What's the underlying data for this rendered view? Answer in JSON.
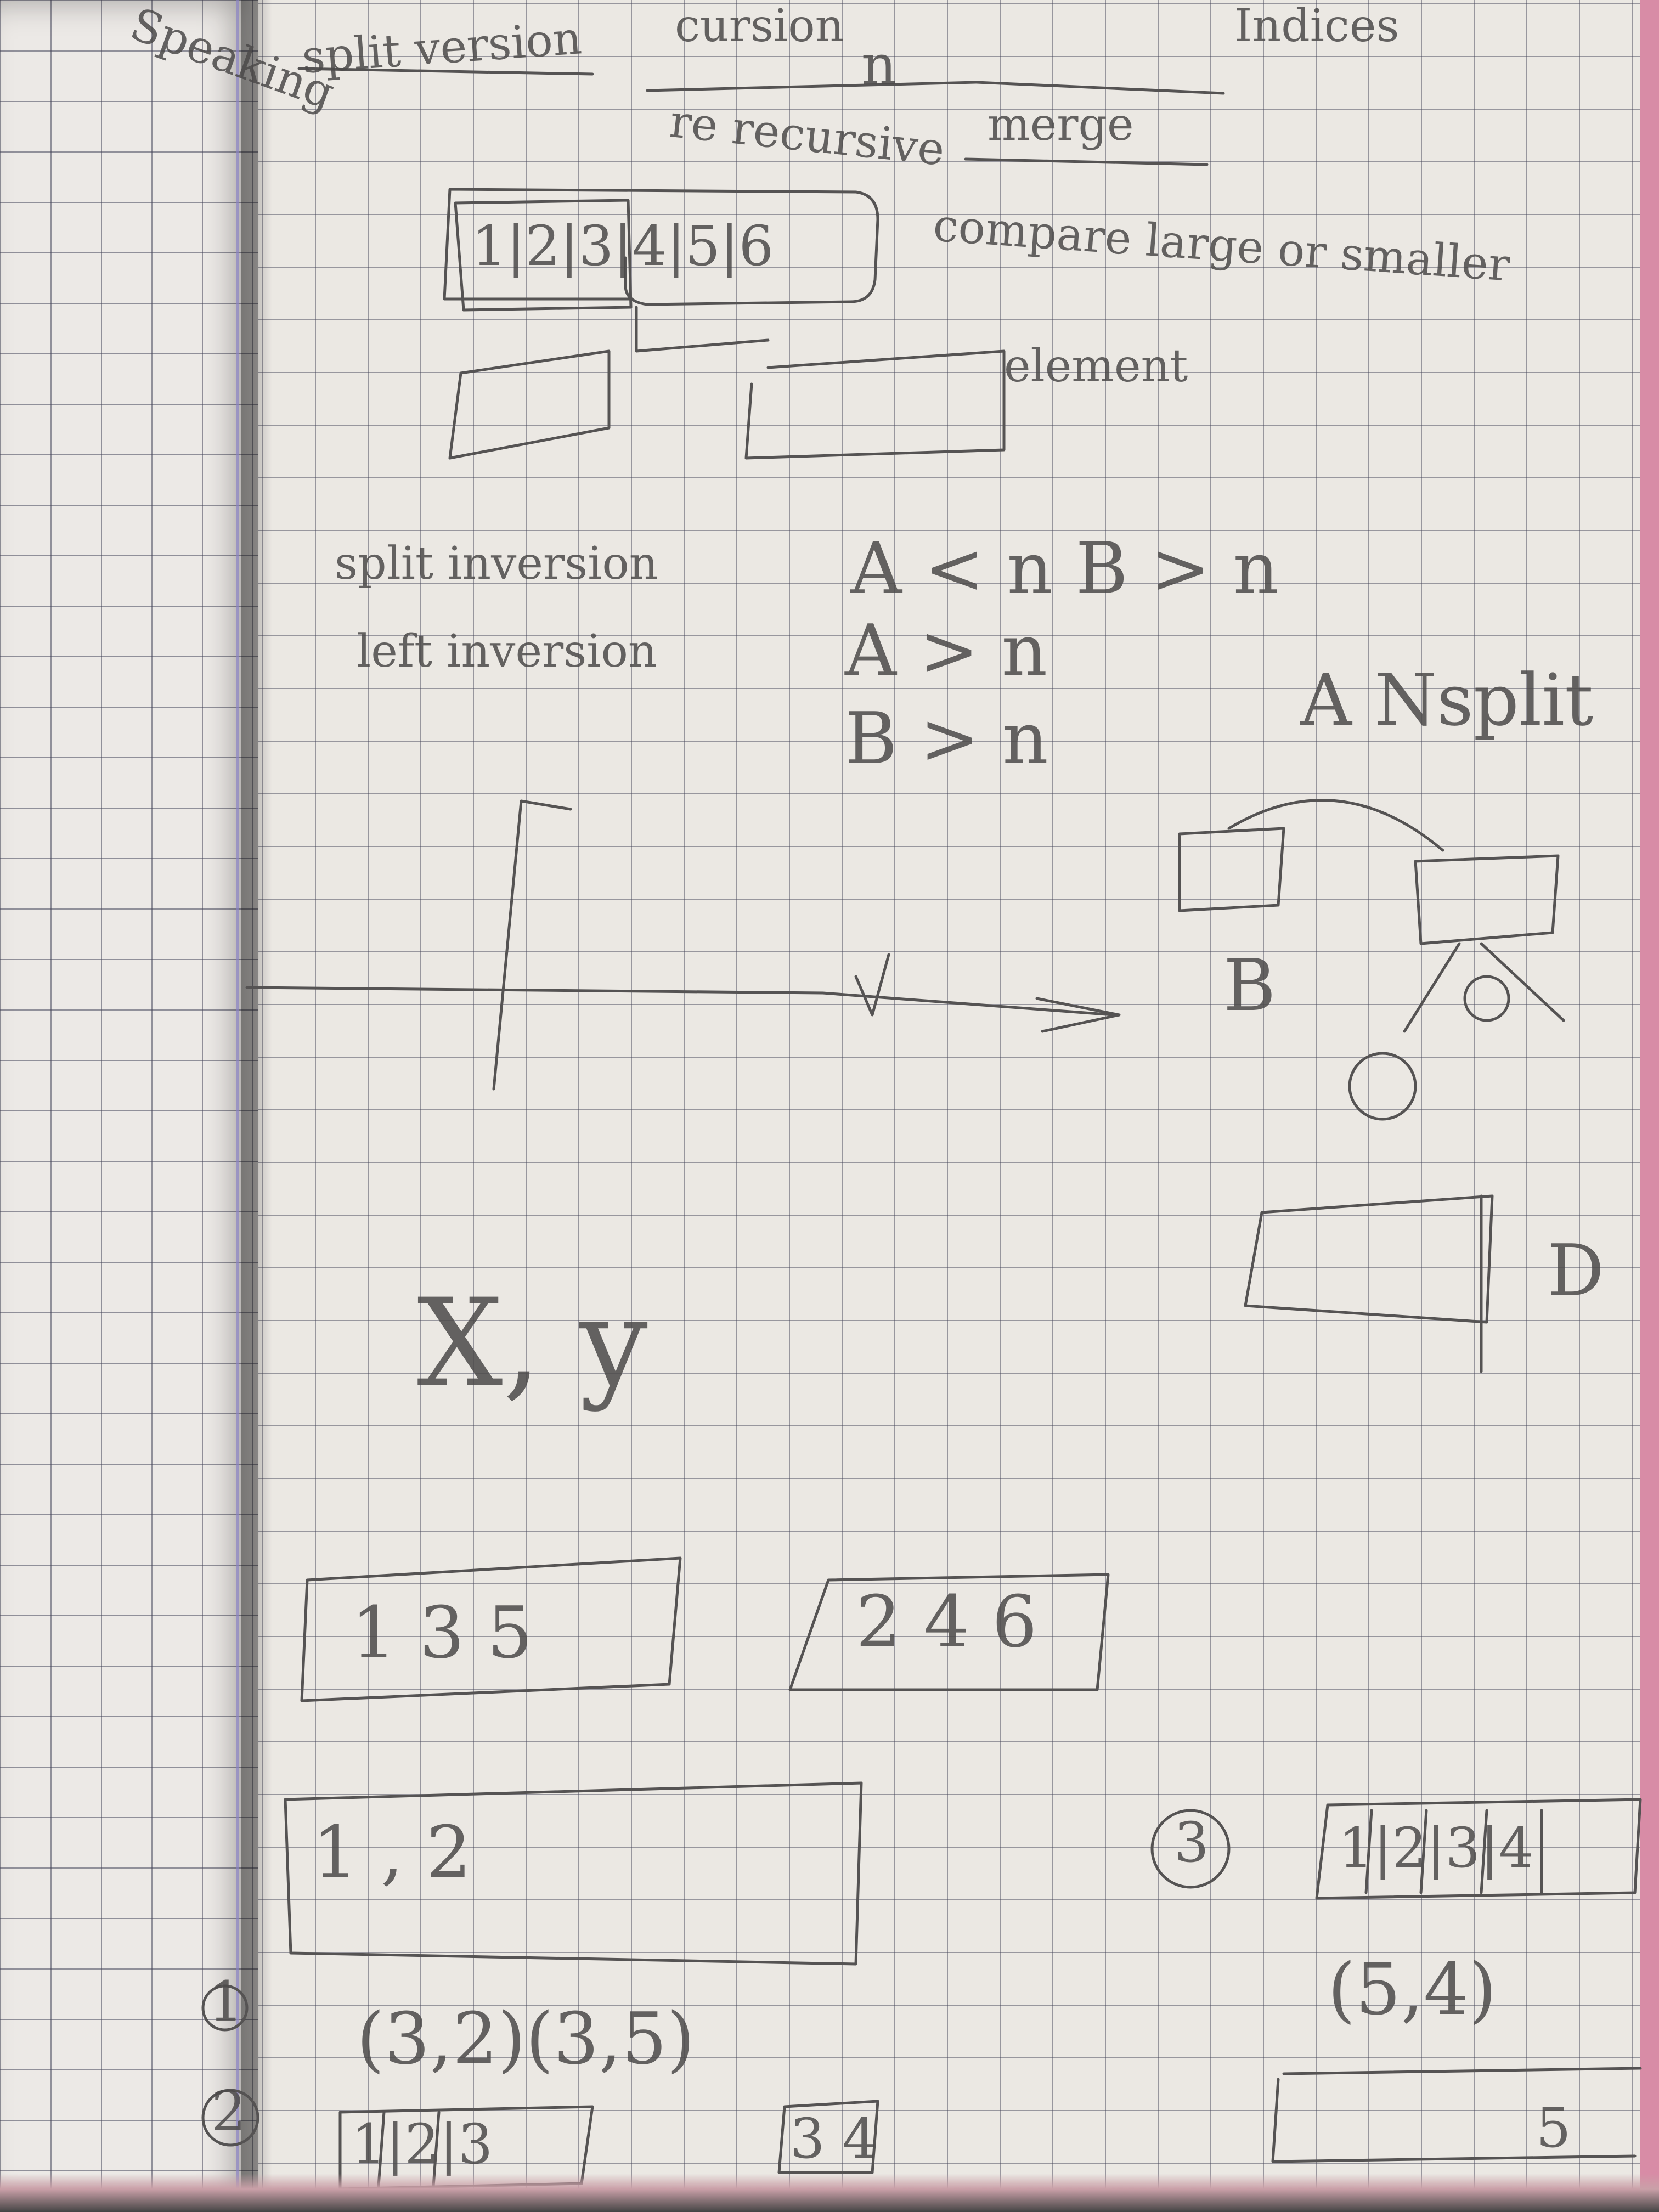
{
  "notebook": {
    "left_margin_note": "Speaking",
    "header": {
      "split_version": "split version",
      "cursion": "cursion",
      "cursion_n": "n",
      "indices": "Indices",
      "recursive": "re recursive",
      "merge": "merge"
    },
    "array_top": "1|2|3|4|5|6",
    "compare_note": "compare large or smaller",
    "element_note": "element",
    "inversions": {
      "split": "split inversion",
      "left": "left inversion",
      "cond1": "A < n  B > n",
      "cond2": "A > n",
      "cond3": "B > n",
      "nsplit": "A  Nsplit",
      "label_b": "B",
      "label_d": "D"
    },
    "xy": "X, y",
    "merge_example": {
      "left_box": "1 3 5",
      "right_box": "2 4 6",
      "pair_box": "1 , 2",
      "step3_label": "3",
      "step3_box": "1|2|3|4",
      "pair_54": "(5,4)",
      "step1_label": "1",
      "pairs_1": "(3,2)(3,5)",
      "step2_label": "2",
      "step2_box": "1|2|3",
      "step2_tail": "3 4",
      "last_tail": "5"
    }
  },
  "colors": {
    "pencil": "#4c4a4a",
    "paper": "#ebe8e3",
    "grid": "#464660",
    "page_edge": "#d88ca6"
  }
}
